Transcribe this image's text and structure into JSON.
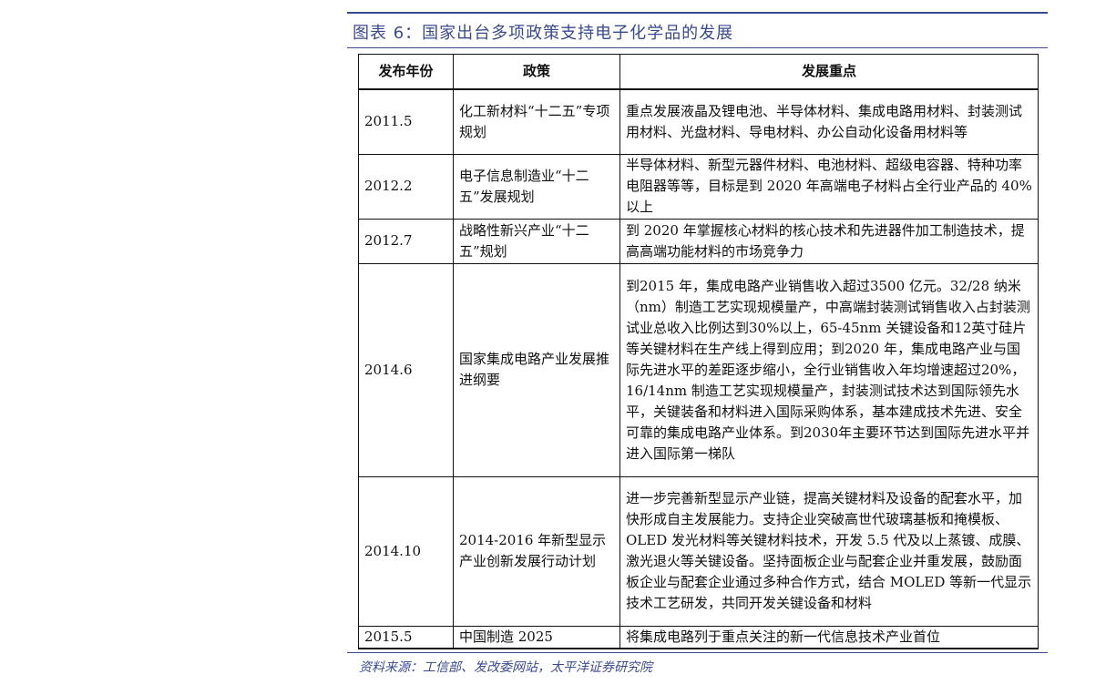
{
  "figure": {
    "title": "图表 6：国家出台多项政策支持电子化学品的发展",
    "source": "资料来源：工信部、发改委网站，太平洋证券研究院"
  },
  "table": {
    "headers": [
      "发布年份",
      "政策",
      "发展重点"
    ],
    "rows": [
      {
        "year": "2011.5",
        "policy": "化工新材料“十二五”专项规划",
        "focus": "重点发展液晶及锂电池、半导体材料、集成电路用材料、封装测试用材料、光盘材料、导电材料、办公自动化设备用材料等"
      },
      {
        "year": "2012.2",
        "policy": "电子信息制造业“十二五”发展规划",
        "focus": "半导体材料、新型元器件材料、电池材料、超级电容器、特种功率电阻器等等，目标是到 2020 年高端电子材料占全行业产品的 40%以上"
      },
      {
        "year": "2012.7",
        "policy": "战略性新兴产业“十二五”规划",
        "focus": "到 2020 年掌握核心材料的核心技术和先进器件加工制造技术，提高高端功能材料的市场竞争力"
      },
      {
        "year": "2014.6",
        "policy": "国家集成电路产业发展推进纲要",
        "focus": "到2015 年，集成电路产业销售收入超过3500 亿元。32/28 纳米（nm）制造工艺实现规模量产，中高端封装测试销售收入占封装测试业总收入比例达到30%以上，65-45nm 关键设备和12英寸硅片等关键材料在生产线上得到应用；到2020 年，集成电路产业与国际先进水平的差距逐步缩小，全行业销售收入年均增速超过20%，16/14nm 制造工艺实现规模量产，封装测试技术达到国际领先水平，关键装备和材料进入国际采购体系，基本建成技术先进、安全可靠的集成电路产业体系。到2030年主要环节达到国际先进水平并进入国际第一梯队"
      },
      {
        "year": "2014.10",
        "policy": "2014-2016 年新型显示产业创新发展行动计划",
        "focus": "进一步完善新型显示产业链，提高关键材料及设备的配套水平，加快形成自主发展能力。支持企业突破高世代玻璃基板和掩模板、OLED 发光材料等关键材料技术，开发 5.5 代及以上蒸镀、成膜、激光退火等关键设备。坚持面板企业与配套企业并重发展，鼓励面板企业与配套企业通过多种合作方式，结合 MOLED 等新一代显示技术工艺研发，共同开发关键设备和材料"
      },
      {
        "year": "2015.5",
        "policy": "中国制造 2025",
        "focus": "将集成电路列于重点关注的新一代信息技术产业首位"
      }
    ]
  }
}
